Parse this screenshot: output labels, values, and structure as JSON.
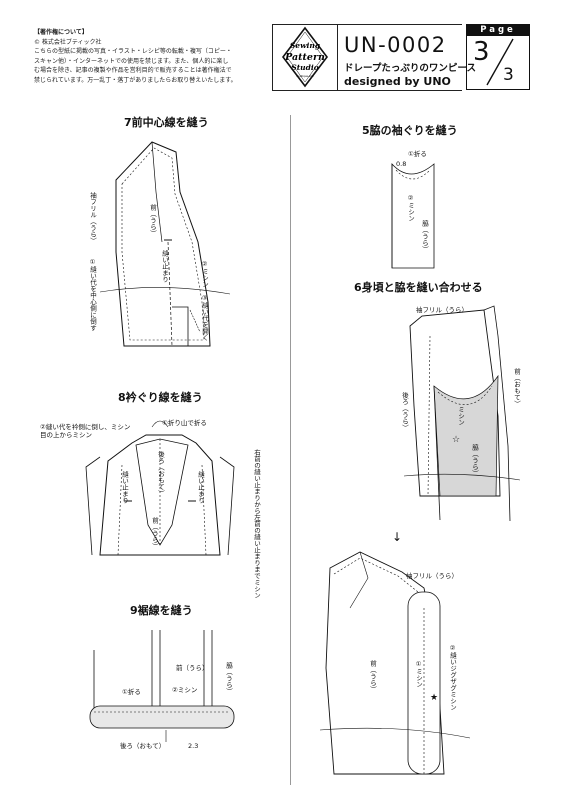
{
  "copyright": {
    "title": "【著作権について】",
    "lines": [
      "© 株式会社ブティック社",
      "こちらの型紙に掲載の写真・イラスト・レシピ等の転載・複写（コピー・",
      "スキャン他）・インターネットでの使用を禁じます。また、個人的に楽し",
      "む場合を除き、記事の複製や作品を営利目的で販売することは著作権法で",
      "禁じられています。万一乱丁・落丁がありましたらお取り替えいたします。"
    ]
  },
  "logo": {
    "line1": "Sewing",
    "line2": "Pattern",
    "line3": "Studio",
    "tagline": "boutique-sha"
  },
  "header": {
    "code": "UN-0002",
    "design_name": "ドレープたっぷりのワンピース",
    "designer": "designed by UNO",
    "page_label": "Page",
    "page_current": "3",
    "page_total": "3"
  },
  "steps": {
    "s7": {
      "title": "7前中心線を縫う",
      "labels": {
        "sode_frill": "袖フリル（うら）",
        "mae": "前（うら）",
        "nuidomari": "縫い止まり",
        "ref1": "①縫い代を中心側に倒す",
        "ref2": "②ミシン",
        "ref3": "③縫い代を開く"
      }
    },
    "s8": {
      "title": "8衿ぐり線を縫う",
      "labels": {
        "ref1": "①折り山で折る",
        "ref2": "②縫い代を衿側に倒し、ミシン目の上からミシン",
        "ushiro": "後ろ（おもて）",
        "nuidomari_l": "縫い止まり",
        "nuidomari_r": "縫い止まり",
        "mae": "前（うら）",
        "right_note": "右前の縫い止まりから左前の縫い止まりまでミシン"
      }
    },
    "s9": {
      "title": "9裾線を縫う",
      "labels": {
        "mae": "前（うら）",
        "waki": "脇（うら）",
        "ref1": "①折る",
        "ref2": "②ミシン",
        "ushiro": "後ろ（おもて）",
        "width": "2.3"
      }
    },
    "s5": {
      "title": "5脇の袖ぐりを縫う",
      "labels": {
        "ref1": "①折る",
        "width": "0.8",
        "ref2": "②ミシン",
        "waki": "脇（うら）"
      }
    },
    "s6": {
      "title": "6身頃と脇を縫い合わせる",
      "labels": {
        "sode_frill": "袖フリル（うら）",
        "mae": "前（おもて）",
        "ushiro": "後ろ（うら）",
        "mishin": "ミシン",
        "waki": "脇（うら）",
        "star": "☆"
      }
    },
    "s6b": {
      "arrow": "↓",
      "labels": {
        "sode_frill": "袖フリル（うら）",
        "mae": "前（うら）",
        "ref1": "①ミシン",
        "ref2": "②縫いジグザグミシン",
        "star": "★"
      }
    }
  }
}
